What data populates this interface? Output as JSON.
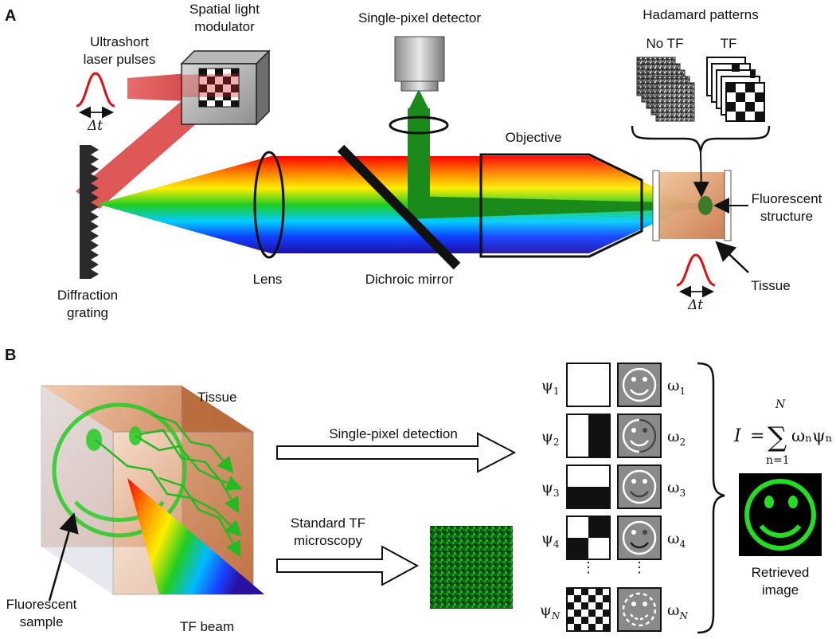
{
  "panelA": {
    "label": "A",
    "ultrashort_line1": "Ultrashort",
    "ultrashort_line2": "laser pulses",
    "pulse_width": "Δt",
    "slm_line1": "Spatial light",
    "slm_line2": "modulator",
    "detector": "Single-pixel detector",
    "hadamard": "Hadamard patterns",
    "no_tf": "No TF",
    "tf": "TF",
    "objective": "Objective",
    "fluor_line1": "Fluorescent",
    "fluor_line2": "structure",
    "grating_line1": "Diffraction",
    "grating_line2": "grating",
    "lens": "Lens",
    "dichroic": "Dichroic mirror",
    "tissue": "Tissue",
    "pulse_width_2": "Δt"
  },
  "panelB": {
    "label": "B",
    "tissue": "Tissue",
    "sample_line1": "Fluorescent",
    "sample_line2": "sample",
    "tf_beam": "TF beam",
    "single_pixel": "Single-pixel detection",
    "standard_line1": "Standard TF",
    "standard_line2": "microscopy",
    "psi": [
      "ψ",
      "ψ",
      "ψ",
      "ψ",
      "ψ"
    ],
    "psi_sub": [
      "1",
      "2",
      "3",
      "4",
      "N"
    ],
    "omega": [
      "ω",
      "ω",
      "ω",
      "ω",
      "ω"
    ],
    "omega_sub": [
      "1",
      "2",
      "3",
      "4",
      "N"
    ],
    "eq_I": "I",
    "eq_equals": "=",
    "eq_sum": "∑",
    "eq_upper": "N",
    "eq_lower": "n=1",
    "eq_term": "ωₙψₙ",
    "retrieved_line1": "Retrieved",
    "retrieved_line2": "image"
  },
  "colors": {
    "laser_red": "#cc1111",
    "fluorescence_green": "#1a8a1a",
    "smiley_green": "#22cc22"
  }
}
